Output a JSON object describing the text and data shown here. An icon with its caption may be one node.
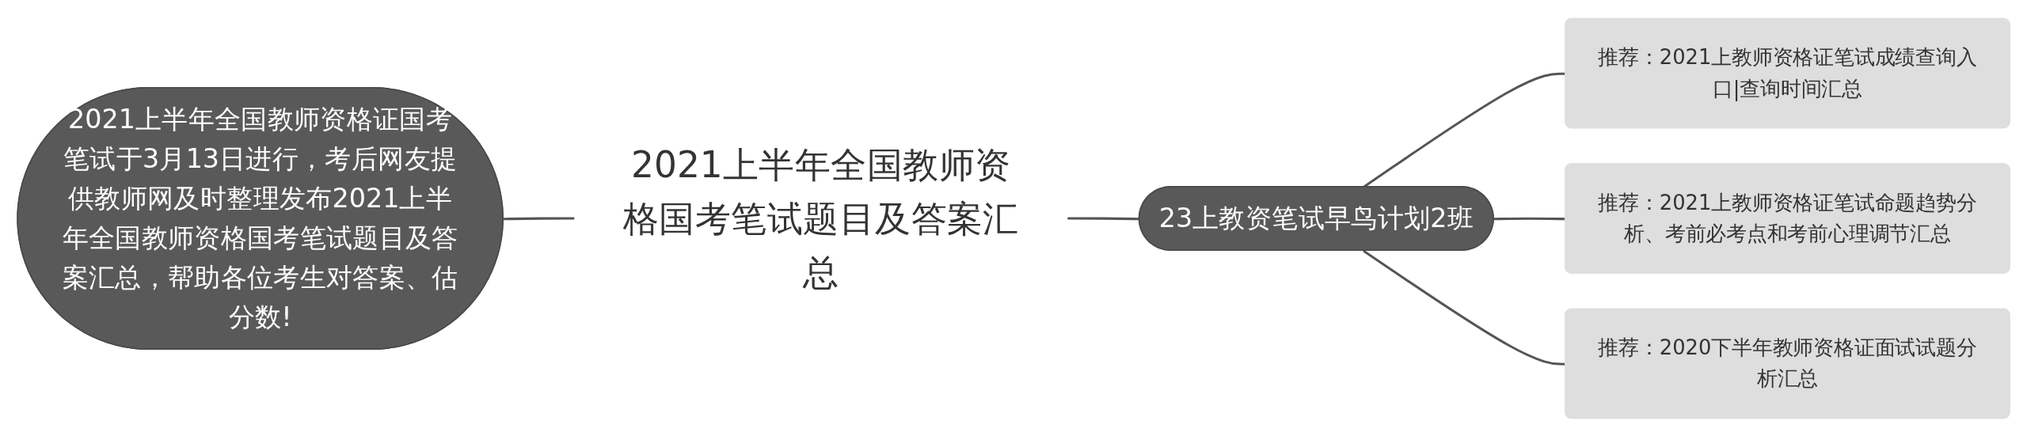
{
  "diagram": {
    "nodes": [
      {
        "text": [
          "2021上半年全国教师资格证国考笔试于3月13日进行，考后网友提供教师网及时整理发布2021上半年全国教师资格国考笔试题目及答案汇总，帮助各位考生对答案、估分数!"
        ]
      },
      {
        "text": [
          "2021上半年全国教师资格国考笔试题目及答案汇总"
        ]
      },
      {
        "text": [
          "23上教资笔试早鸟计划2班"
        ]
      },
      {
        "text": [
          "推荐：2021上教师资格证笔试成绩查询入口|查询时间汇总"
        ]
      },
      {
        "text": [
          "推荐：2021上教师资格证笔试命题趋势分析、考前必考点和考前心理调节汇总"
        ]
      },
      {
        "text": [
          "推荐：2020下半年教师资格证面试试题分析汇总"
        ]
      }
    ],
    "edges": [
      {
        "from": 0,
        "to": 1,
        "arrow": "none"
      },
      {
        "from": 1,
        "to": 2,
        "arrow": "none"
      },
      {
        "from": 2,
        "to": 3,
        "arrow": "none"
      },
      {
        "from": 2,
        "to": 4,
        "arrow": "none"
      },
      {
        "from": 2,
        "to": 5,
        "arrow": "none"
      }
    ]
  }
}
